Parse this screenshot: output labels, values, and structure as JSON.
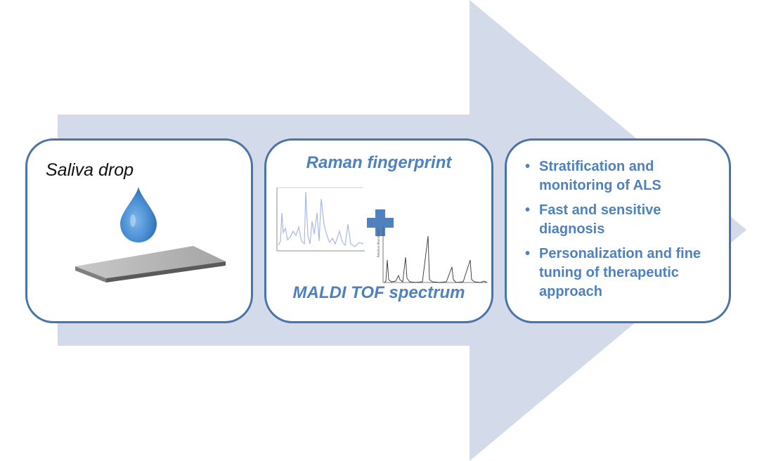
{
  "saliva": {
    "title": "Saliva drop"
  },
  "spectra": {
    "raman_title": "Raman fingerprint",
    "maldi_title": "MALDI TOF spectrum",
    "maldi_axis_label": "Relative Abundance"
  },
  "outcomes": {
    "items": [
      "Stratification and monitoring of ALS",
      "Fast and sensitive diagnosis",
      "Personalization and fine tuning of therapeutic approach"
    ]
  },
  "colors": {
    "arrow_fill": "#d3dae9",
    "box_border": "#4a73a8",
    "accent_text": "#4f81bd",
    "drop_blue": "#4a8fd4",
    "plus_blue": "#4f81bd",
    "raman_line": "#a9b8ea"
  }
}
